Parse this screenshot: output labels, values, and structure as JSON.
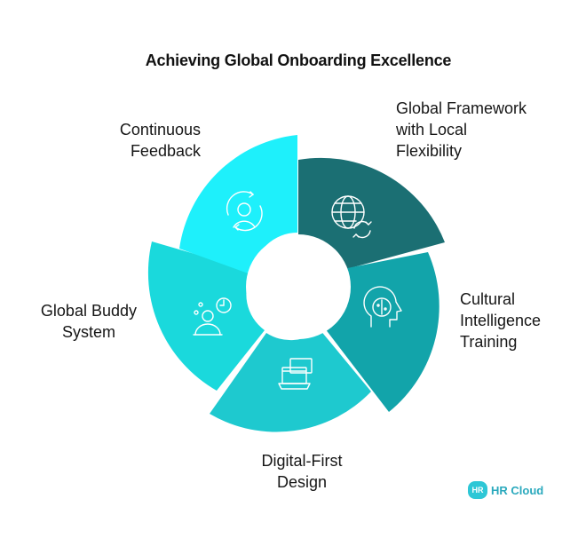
{
  "title": "Achieving Global Onboarding Excellence",
  "segments": [
    {
      "name": "Global Framework with Local Flexibility",
      "lines": [
        "Global Framework",
        "with Local",
        "Flexibility"
      ],
      "color": "#1b6f73",
      "icon": "globe-sync-icon"
    },
    {
      "name": "Cultural Intelligence Training",
      "lines": [
        "Cultural",
        "Intelligence",
        "Training"
      ],
      "color": "#12a4aa",
      "icon": "head-mind-icon"
    },
    {
      "name": "Digital-First Design",
      "lines": [
        "Digital-First",
        "Design"
      ],
      "color": "#1ec9cf",
      "icon": "laptop-icon"
    },
    {
      "name": "Global Buddy System",
      "lines": [
        "Global Buddy",
        "System"
      ],
      "color": "#1ad9dc",
      "icon": "buddy-people-icon"
    },
    {
      "name": "Continuous Feedback",
      "lines": [
        "Continuous",
        "Feedback"
      ],
      "color": "#1ef0fb",
      "icon": "feedback-cycle-icon"
    }
  ],
  "logo": {
    "badge": "HR",
    "text": "HR Cloud"
  }
}
